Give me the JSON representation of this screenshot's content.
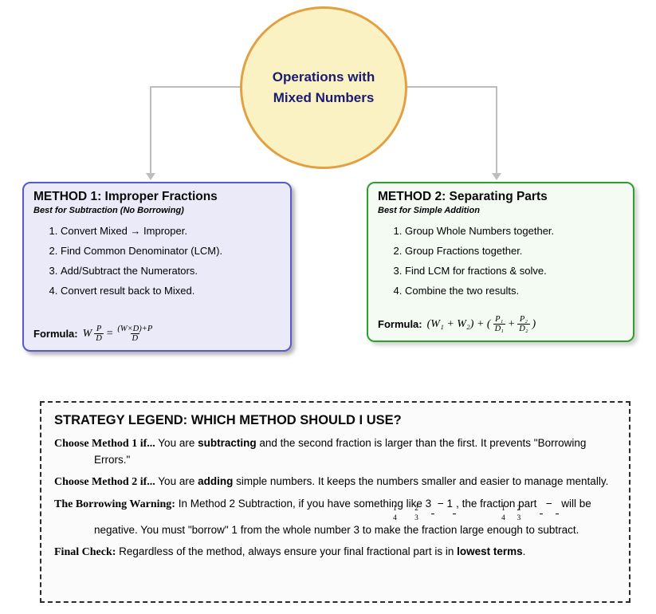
{
  "bubble": {
    "line1": "Operations with",
    "line2": "Mixed Numbers"
  },
  "method1": {
    "title": "METHOD 1: Improper Fractions",
    "subtitle": "Best for Subtraction (No Borrowing)",
    "steps": [
      "Convert Mixed → Improper.",
      "Find Common Denominator (LCM).",
      "Add/Subtract the Numerators.",
      "Convert result back to Mixed."
    ],
    "formula_label": "Formula:",
    "formula": {
      "lead": "W",
      "frac1_num": "P",
      "frac1_den": "D",
      "equals": "=",
      "frac2_num": "(W×D)+P",
      "frac2_den": "D"
    }
  },
  "method2": {
    "title": "METHOD 2: Separating Parts",
    "subtitle": "Best for Simple Addition",
    "steps": [
      "Group Whole Numbers together.",
      "Group Fractions together.",
      "Find LCM for fractions & solve.",
      "Combine the two results."
    ],
    "formula_label": "Formula:",
    "formula": {
      "open": "(W₁ + W₂) + (",
      "frac1_num": "P₁",
      "frac1_den": "D₁",
      "plus": "+",
      "frac2_num": "P₂",
      "frac2_den": "D₂",
      "close": ")"
    }
  },
  "legend": {
    "title": "STRATEGY LEGEND: WHICH METHOD SHOULD I USE?",
    "items": [
      {
        "lead": "Choose Method 1 if...",
        "seg0": "You are ",
        "seg1": "subtracting",
        "seg2": " and the second fraction is larger than the first. It prevents \"Borrowing Errors.\""
      },
      {
        "lead": "Choose Method 2 if...",
        "seg0": "You are ",
        "seg1": "adding",
        "seg2": " simple numbers. It keeps the numbers smaller and easier to manage mentally."
      },
      {
        "lead": "The Borrowing Warning:",
        "seg0": "In Method 2 Subtraction, if you have something like 3",
        "f1n": "1",
        "f1d": "4",
        "seg1": " − 1",
        "f2n": "2",
        "f2d": "3",
        "seg2": ", the fraction part ",
        "f3n": "1",
        "f3d": "4",
        "seg3": " − ",
        "f4n": "2",
        "f4d": "3",
        "seg4": " will be negative. You must \"borrow\" 1 from the whole number 3 to make the fraction large enough to subtract."
      },
      {
        "lead": "Final Check:",
        "seg0": "Regardless of the method, always ensure your final fractional part is in ",
        "seg1": "lowest terms",
        "seg2": "."
      }
    ]
  },
  "colors": {
    "bubble_fill": "#FAF2C2",
    "bubble_border": "#E2A043",
    "bubble_text": "#1B1B70",
    "method1_fill": "#EAEAF8",
    "method1_border": "#5858CF",
    "method2_fill": "#F3FBF3",
    "method2_border": "#2E9E2E",
    "connector": "#BDBDBD"
  }
}
